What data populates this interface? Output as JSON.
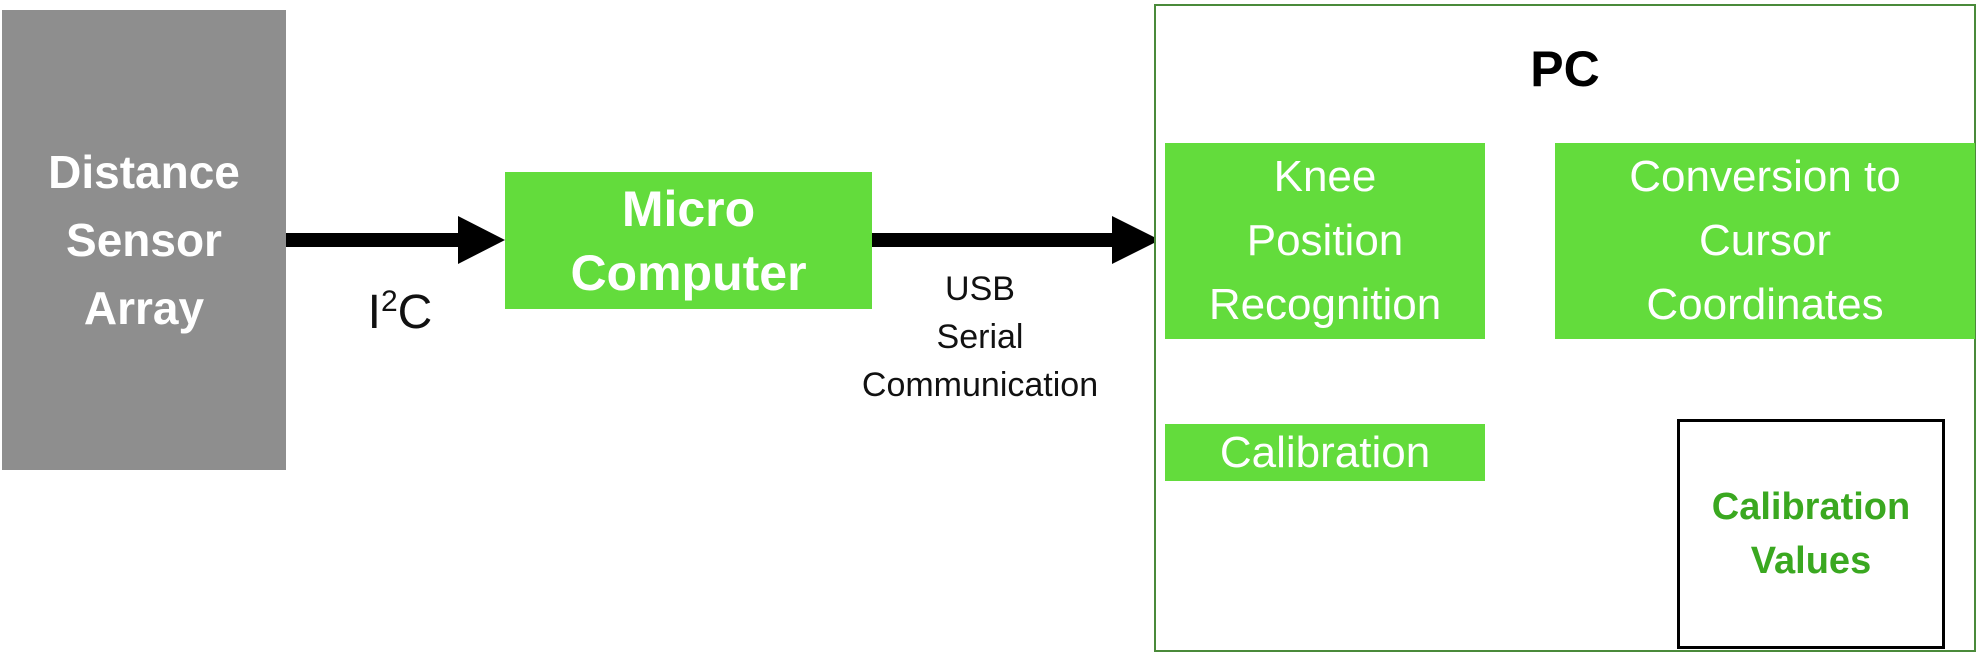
{
  "diagram": {
    "sensor_block": {
      "lines": [
        "Distance",
        "Sensor",
        "Array"
      ]
    },
    "micro_block": {
      "lines": [
        "Micro",
        "Computer"
      ]
    },
    "i2c_label": {
      "main": "I",
      "superscript": "2",
      "tail": "C"
    },
    "usb_label": {
      "lines": [
        "USB",
        "Serial",
        "Communication"
      ]
    },
    "pc_title": "PC",
    "knee_block": {
      "lines": [
        "Knee",
        "Position",
        "Recognition"
      ]
    },
    "conversion_block": {
      "lines": [
        "Conversion to",
        "Cursor",
        "Coordinates"
      ]
    },
    "calibration_block": "Calibration",
    "calibration_values_block": {
      "lines": [
        "Calibration",
        "Values"
      ]
    },
    "colors": {
      "green_box": "#63dc3c",
      "gray_box": "#8e8e8e",
      "red_arrow": "#ee2a10",
      "light_green_arrow": "#7fe05a",
      "black_arrow": "#000000",
      "calib_values_text": "#3aa820"
    }
  }
}
